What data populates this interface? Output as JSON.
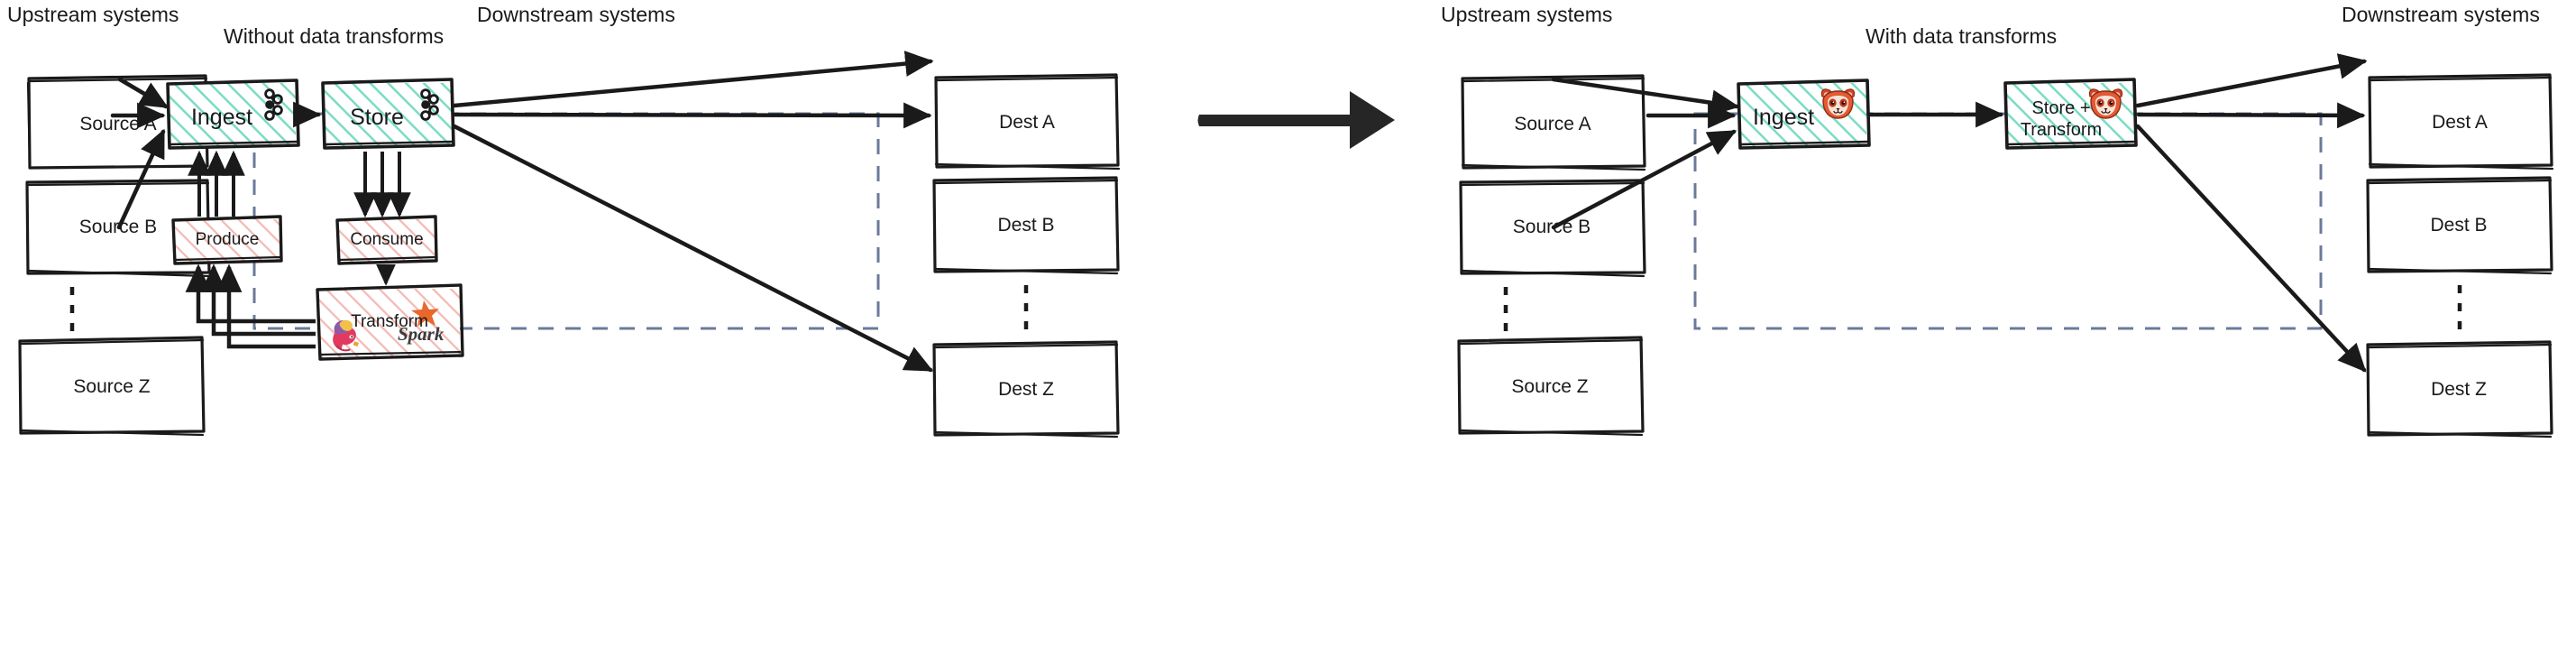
{
  "diagram": {
    "title_left": "Without data transforms",
    "title_right": "With data transforms",
    "upstream_label": "Upstream systems",
    "downstream_label": "Downstream systems",
    "colors": {
      "teal_fill": "#4fd1b0",
      "teal_stroke": "#3fc3a3",
      "pink_fill": "#f1a9a0",
      "pink_stroke": "#e99b93",
      "dashed_boundary": "#6b7a99",
      "ink": "#1a1a1a",
      "spark_orange": "#e8682c",
      "redpanda_red": "#d64527",
      "flink_pink": "#e2395e"
    },
    "vertical_ellipsis": "⋮",
    "transition_arrow": "big-right-arrow"
  },
  "left_panel": {
    "title": "Without data transforms",
    "upstream_label": "Upstream systems",
    "downstream_label": "Downstream systems",
    "sources": [
      {
        "label": "Source A"
      },
      {
        "label": "Source B"
      },
      {
        "label": "Source Z"
      }
    ],
    "destinations": [
      {
        "label": "Dest A"
      },
      {
        "label": "Dest B"
      },
      {
        "label": "Dest Z"
      }
    ],
    "platform_boxes": [
      {
        "label": "Ingest",
        "icon": "kafka-icon",
        "fill": "teal"
      },
      {
        "label": "Store",
        "icon": "kafka-icon",
        "fill": "teal"
      }
    ],
    "external_boxes": [
      {
        "label": "Produce",
        "fill": "pink",
        "icons": []
      },
      {
        "label": "Consume",
        "fill": "pink",
        "icons": []
      },
      {
        "label": "Transform",
        "fill": "pink",
        "icons": [
          "flink-icon",
          "spark-icon"
        ]
      }
    ]
  },
  "right_panel": {
    "title": "With data transforms",
    "upstream_label": "Upstream systems",
    "downstream_label": "Downstream systems",
    "sources": [
      {
        "label": "Source A"
      },
      {
        "label": "Source B"
      },
      {
        "label": "Source Z"
      }
    ],
    "destinations": [
      {
        "label": "Dest A"
      },
      {
        "label": "Dest B"
      },
      {
        "label": "Dest Z"
      }
    ],
    "platform_boxes": [
      {
        "label": "Ingest",
        "icon": "redpanda-icon",
        "fill": "teal"
      },
      {
        "label_line1": "Store +",
        "label_line2": "Transform",
        "icon": "redpanda-icon",
        "fill": "teal"
      }
    ]
  }
}
